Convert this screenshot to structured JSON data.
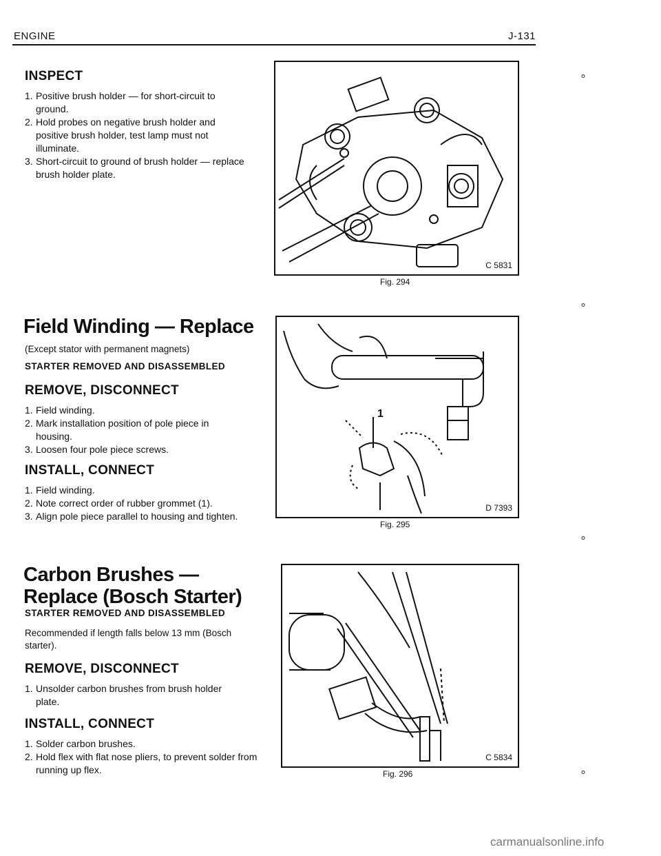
{
  "header": {
    "left": "ENGINE",
    "right": "J-131"
  },
  "inspect": {
    "title": "INSPECT",
    "items": [
      {
        "num": "1.",
        "text": "Positive brush holder — for short-circuit to ground."
      },
      {
        "num": "2.",
        "text": "Hold probes on negative brush holder and positive brush holder, test lamp must not illuminate."
      },
      {
        "num": "3.",
        "text": "Short-circuit to ground of brush holder — replace brush holder plate."
      }
    ]
  },
  "field": {
    "title": "Field Winding — Replace",
    "note": "(Except stator with permanent magnets)",
    "status": "STARTER REMOVED AND DISASSEMBLED",
    "remove_title": "REMOVE, DISCONNECT",
    "remove_items": [
      {
        "num": "1.",
        "text": "Field winding."
      },
      {
        "num": "2.",
        "text": "Mark installation position of pole piece in housing."
      },
      {
        "num": "3.",
        "text": "Loosen four pole piece screws."
      }
    ],
    "install_title": "INSTALL, CONNECT",
    "install_items": [
      {
        "num": "1.",
        "text": "Field winding."
      },
      {
        "num": "2.",
        "text": "Note correct order of rubber grommet (1)."
      },
      {
        "num": "3.",
        "text": "Align pole piece parallel to housing and tighten."
      }
    ]
  },
  "carbon": {
    "title_line1": "Carbon Brushes —",
    "title_line2": "Replace (Bosch Starter)",
    "status": "STARTER REMOVED AND DISASSEMBLED",
    "note": "Recommended if length falls below 13 mm (Bosch starter).",
    "remove_title": "REMOVE, DISCONNECT",
    "remove_items": [
      {
        "num": "1.",
        "text": "Unsolder carbon brushes from brush holder plate."
      }
    ],
    "install_title": "INSTALL, CONNECT",
    "install_items": [
      {
        "num": "1.",
        "text": "Solder carbon brushes."
      },
      {
        "num": "2.",
        "text": "Hold flex with flat nose pliers, to prevent solder from running up flex."
      }
    ]
  },
  "figures": [
    {
      "code": "C 5831",
      "caption": "Fig. 294"
    },
    {
      "code": "D 7393",
      "caption": "Fig. 295",
      "callout": "1"
    },
    {
      "code": "C 5834",
      "caption": "Fig. 296"
    }
  ],
  "watermark": "carmanualsonline.info"
}
